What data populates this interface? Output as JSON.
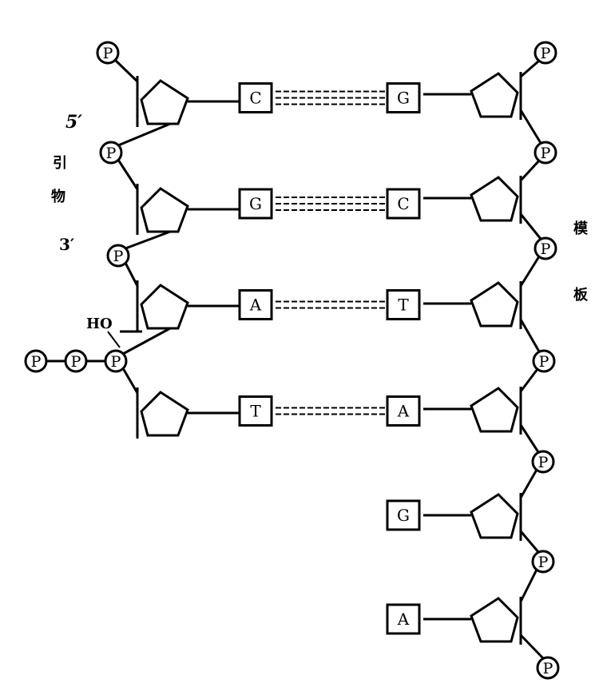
{
  "labels": {
    "five_prime": "5′",
    "primer": [
      "引",
      "物"
    ],
    "three_prime": "3′",
    "template": [
      "模",
      "板"
    ],
    "hydroxyl": "HO"
  },
  "phosphate": "P",
  "pairs": [
    {
      "primer_base": "C",
      "template_base": "G",
      "hbonds": 3
    },
    {
      "primer_base": "G",
      "template_base": "C",
      "hbonds": 3
    },
    {
      "primer_base": "A",
      "template_base": "T",
      "hbonds": 2
    },
    {
      "primer_base": "T",
      "template_base": "A",
      "hbonds": 2
    }
  ],
  "unpaired_template_bases": [
    "G",
    "A"
  ]
}
